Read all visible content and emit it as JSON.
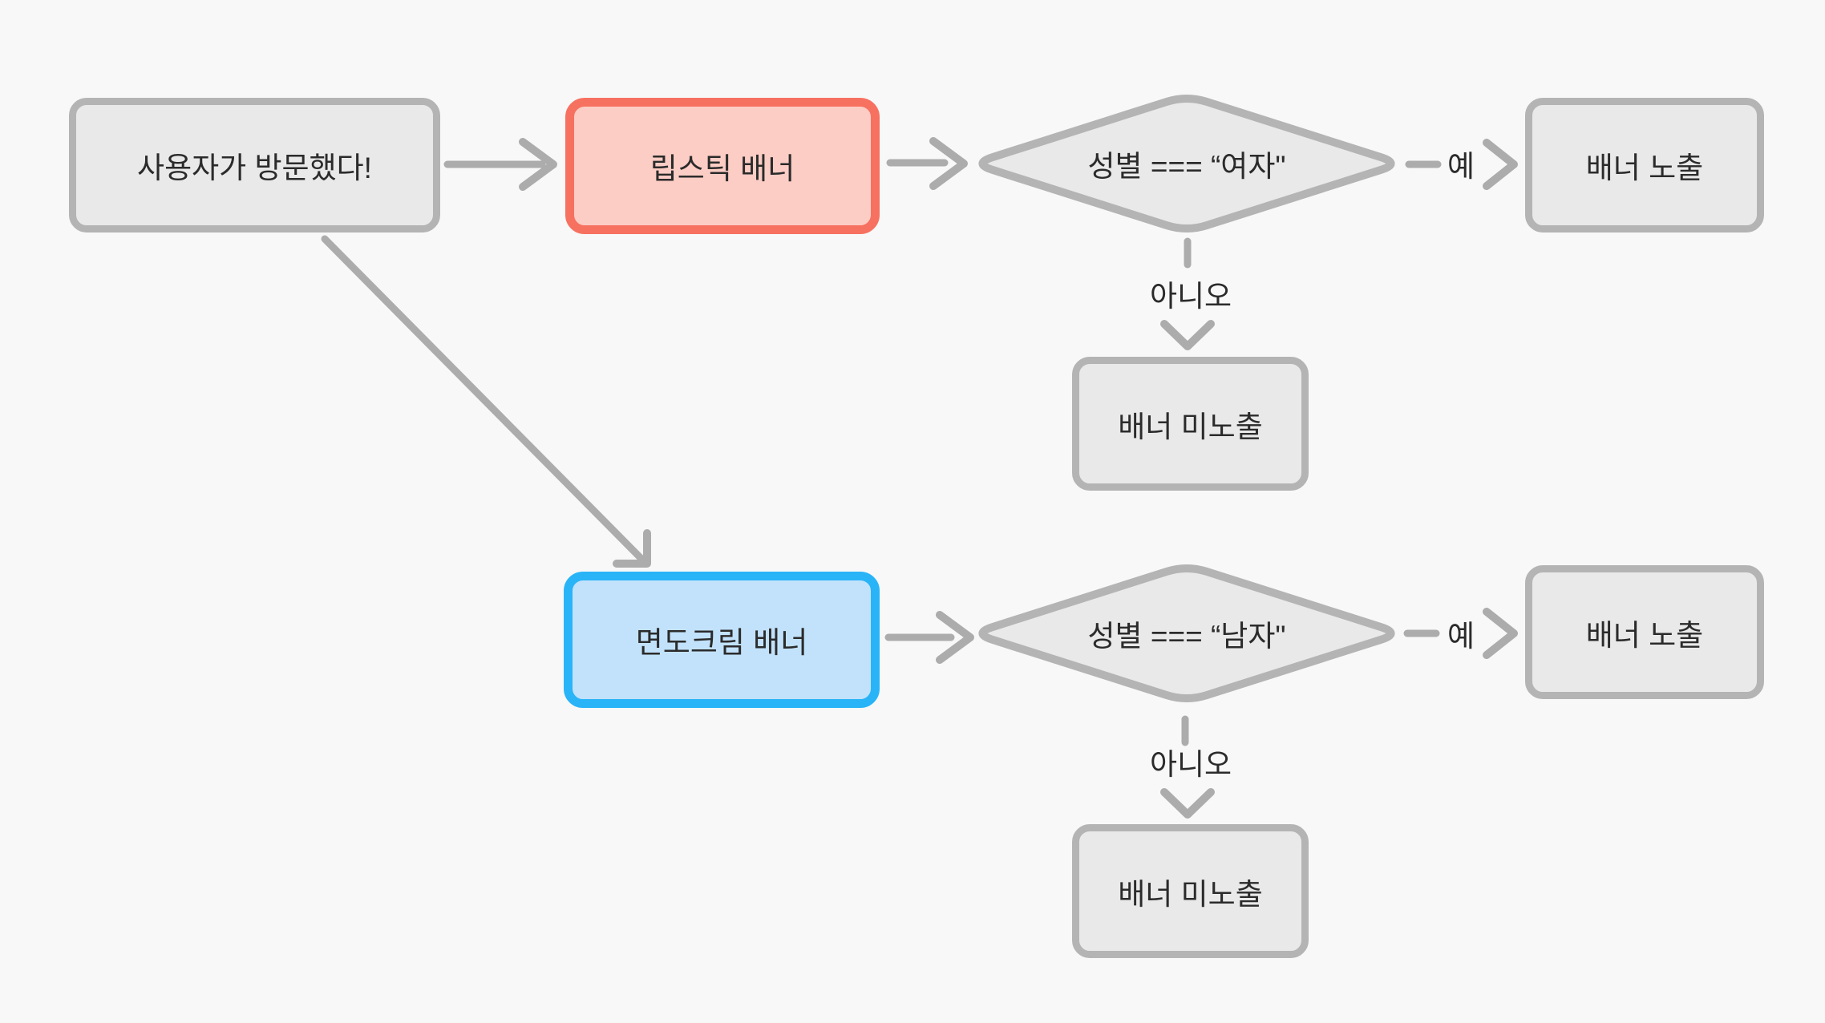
{
  "diagram": {
    "title": "banner exposure flowchart",
    "nodes": {
      "start": {
        "label": "사용자가 방문했다!"
      },
      "lipstick": {
        "label": "립스틱 배너"
      },
      "decision_female": {
        "label": "성별 === “여자\""
      },
      "show_female": {
        "label": "배너 노출"
      },
      "hide_female": {
        "label": "배너 미노출"
      },
      "shaving": {
        "label": "면도크림 배너"
      },
      "decision_male": {
        "label": "성별 === “남자\""
      },
      "show_male": {
        "label": "배너 노출"
      },
      "hide_male": {
        "label": "배너 미노출"
      }
    },
    "edge_labels": {
      "yes_female": "예",
      "no_female": "아니오",
      "yes_male": "예",
      "no_male": "아니오"
    },
    "colors": {
      "background": "#f8f8f8",
      "node_fill": "#e9e9e9",
      "node_stroke": "#b4b4b4",
      "arrow": "#acacac",
      "text": "#2b2b2b",
      "red_stroke": "#f77160",
      "red_fill": "#fccdc5",
      "blue_stroke": "#29b4f8",
      "blue_fill": "#c2e2fb"
    }
  }
}
